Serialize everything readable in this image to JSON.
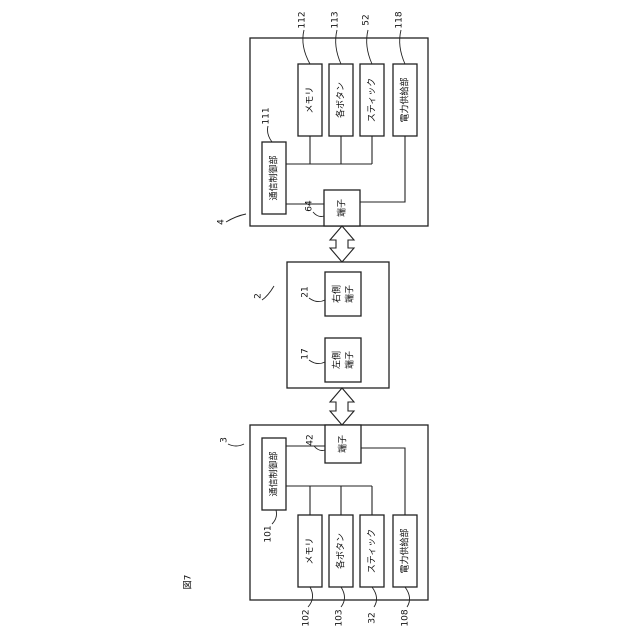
{
  "figure_label": "図7",
  "device_4": {
    "ref": "4",
    "comm_control": {
      "label": "通信制御部",
      "ref": "111"
    },
    "terminal": {
      "label": "端子",
      "ref": "64"
    },
    "memory": {
      "label": "メモリ",
      "ref": "112"
    },
    "buttons": {
      "label": "各ボタン",
      "ref": "113"
    },
    "stick": {
      "label": "スティック",
      "ref": "52"
    },
    "power": {
      "label": "電力供給部",
      "ref": "118"
    }
  },
  "device_2": {
    "ref": "2",
    "right_terminal": {
      "label_line1": "右側",
      "label_line2": "端子",
      "ref": "21"
    },
    "left_terminal": {
      "label_line1": "左側",
      "label_line2": "端子",
      "ref": "17"
    }
  },
  "device_3": {
    "ref": "3",
    "comm_control": {
      "label": "通信制御部",
      "ref": "101"
    },
    "terminal": {
      "label": "端子",
      "ref": "42"
    },
    "memory": {
      "label": "メモリ",
      "ref": "102"
    },
    "buttons": {
      "label": "各ボタン",
      "ref": "103"
    },
    "stick": {
      "label": "スティック",
      "ref": "32"
    },
    "power": {
      "label": "電力供給部",
      "ref": "108"
    }
  }
}
